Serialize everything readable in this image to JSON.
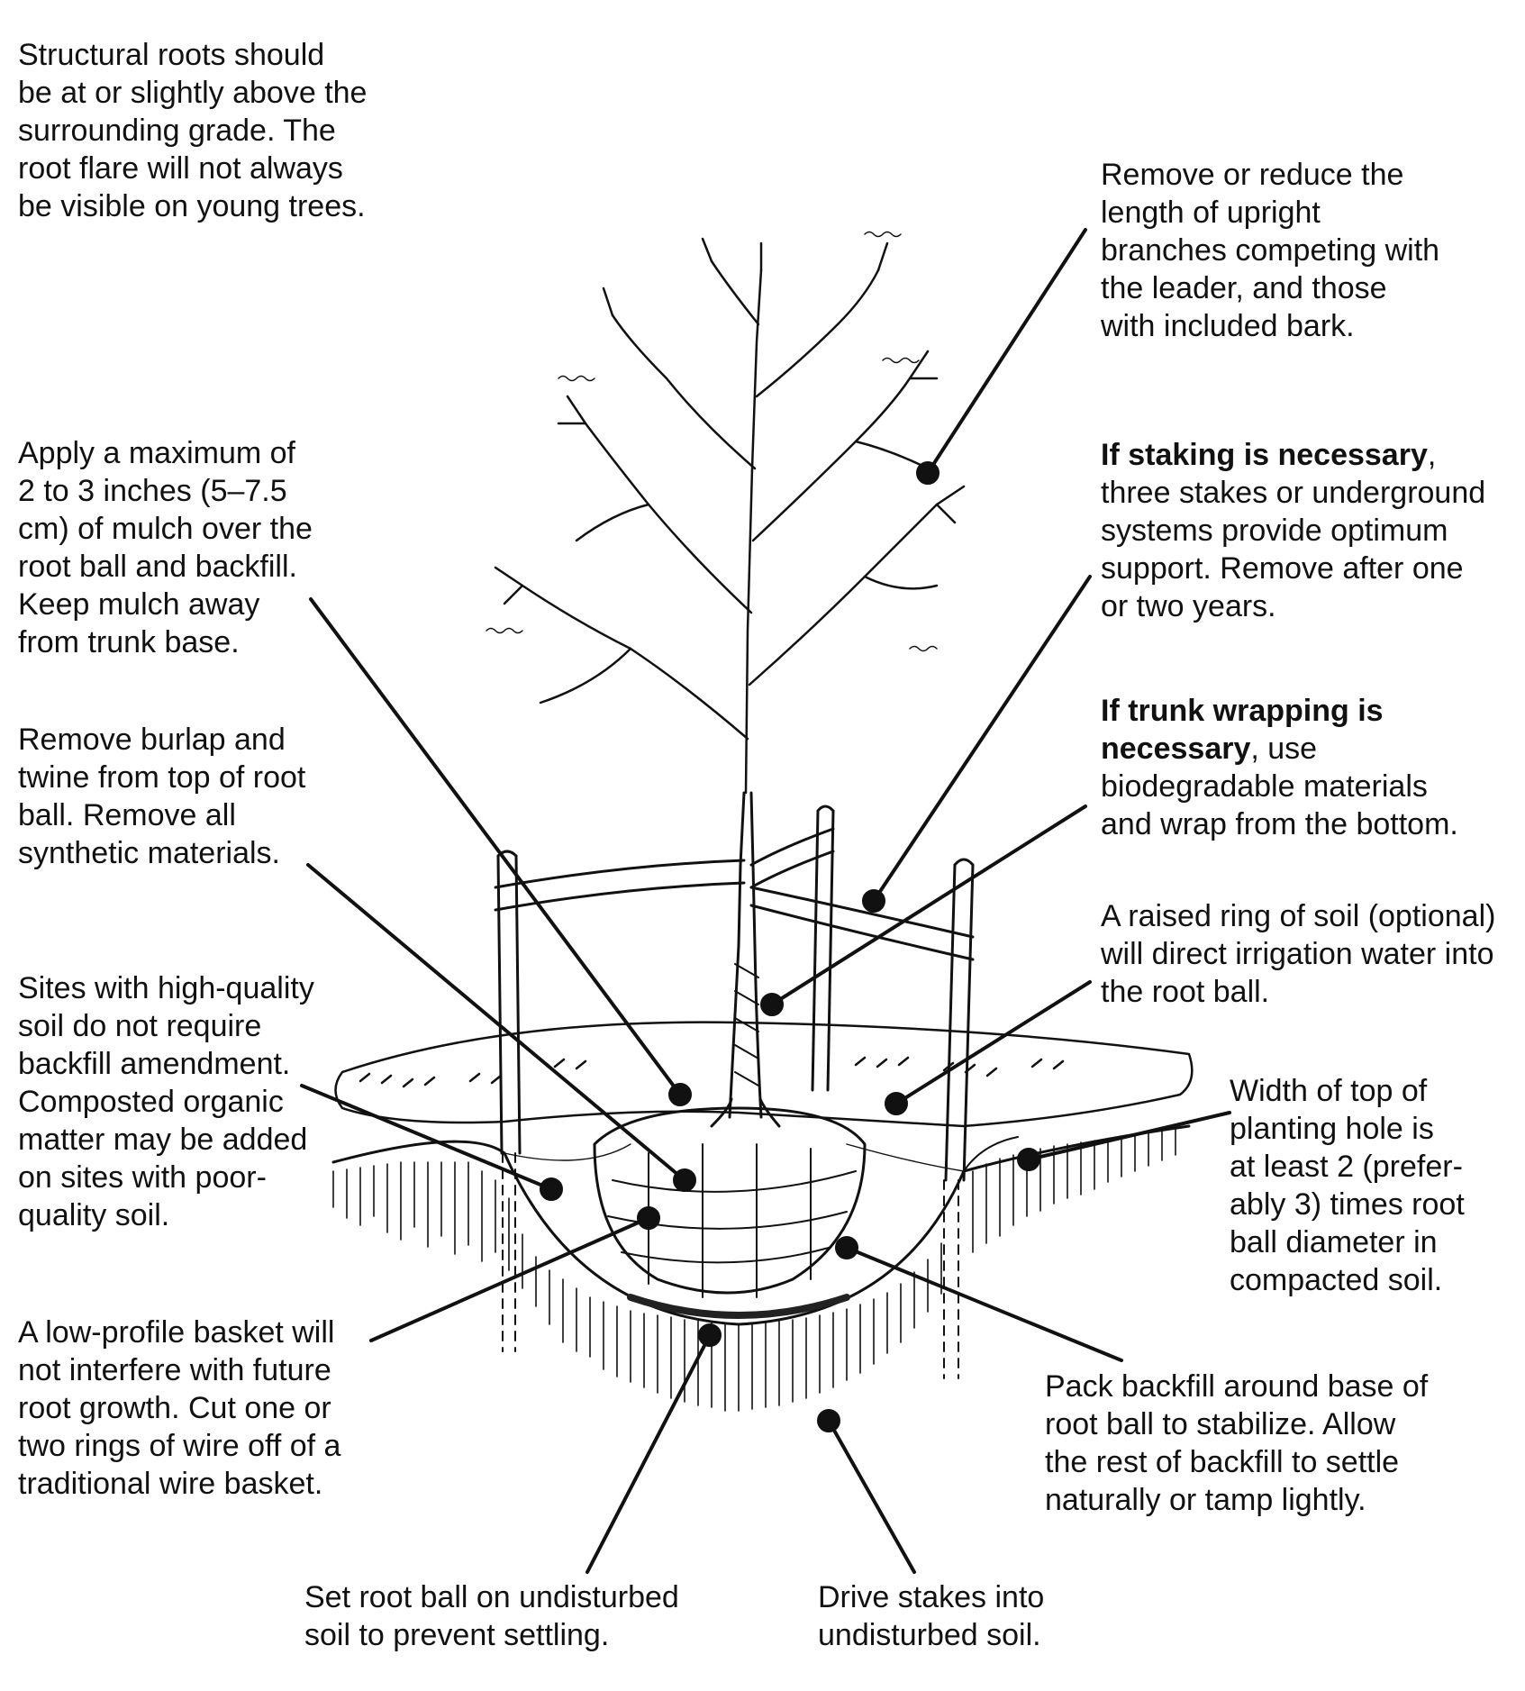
{
  "labels": {
    "structural_roots": [
      "Structural roots should",
      "be at or slightly above the",
      "surrounding grade. The",
      "root flare will not always",
      "be visible on young trees."
    ],
    "remove_branches": [
      "Remove or reduce the",
      "length of upright",
      "branches competing with",
      "the leader, and those",
      "with included bark."
    ],
    "mulch": [
      "Apply a maximum of",
      "2 to 3 inches (5–7.5",
      "cm) of mulch over the",
      "root ball and backfill.",
      "Keep mulch away",
      "from trunk base."
    ],
    "staking_bold": "If staking is necessary",
    "staking_rest_first": ",",
    "staking": [
      "three stakes or underground",
      "systems provide optimum",
      "support. Remove after one",
      "or two years."
    ],
    "wrapping_bold_1": "If trunk wrapping is",
    "wrapping_bold_2": "necessary",
    "wrapping_rest_2": ", use",
    "wrapping": [
      "biodegradable materials",
      "and wrap from the bottom."
    ],
    "burlap": [
      "Remove burlap and",
      "twine from top of root",
      "ball. Remove all",
      "synthetic materials."
    ],
    "raised_ring": [
      "A raised ring of soil (optional)",
      "will direct irrigation water into",
      "the root ball."
    ],
    "backfill_amend": [
      "Sites with high-quality",
      "soil do not require",
      "backfill amendment.",
      "Composted organic",
      "matter may be added",
      "on sites with poor-",
      "quality soil."
    ],
    "hole_width": [
      "Width of top of",
      "planting hole is",
      "at least 2 (prefer-",
      "ably 3) times root",
      "ball diameter in",
      "compacted soil."
    ],
    "basket": [
      "A low-profile basket will",
      "not interfere with future",
      "root growth. Cut one or",
      "two rings of wire off of a",
      "traditional wire basket."
    ],
    "pack_backfill": [
      "Pack backfill around base of",
      "root ball to stabilize. Allow",
      "the rest of backfill to settle",
      "naturally or tamp lightly."
    ],
    "set_root_ball": [
      "Set root ball on undisturbed",
      "soil to prevent settling."
    ],
    "drive_stakes": [
      "Drive stakes into",
      "undisturbed soil."
    ]
  },
  "colors": {
    "ink": "#111111",
    "background": "#ffffff"
  }
}
